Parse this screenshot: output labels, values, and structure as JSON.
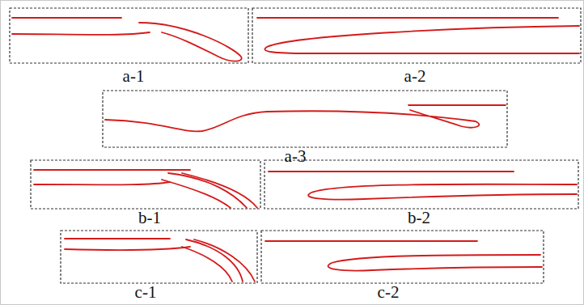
{
  "diagram": {
    "labels": [
      "a-1",
      "a-2",
      "a-3",
      "b-1",
      "b-2",
      "c-1",
      "c-2"
    ]
  }
}
